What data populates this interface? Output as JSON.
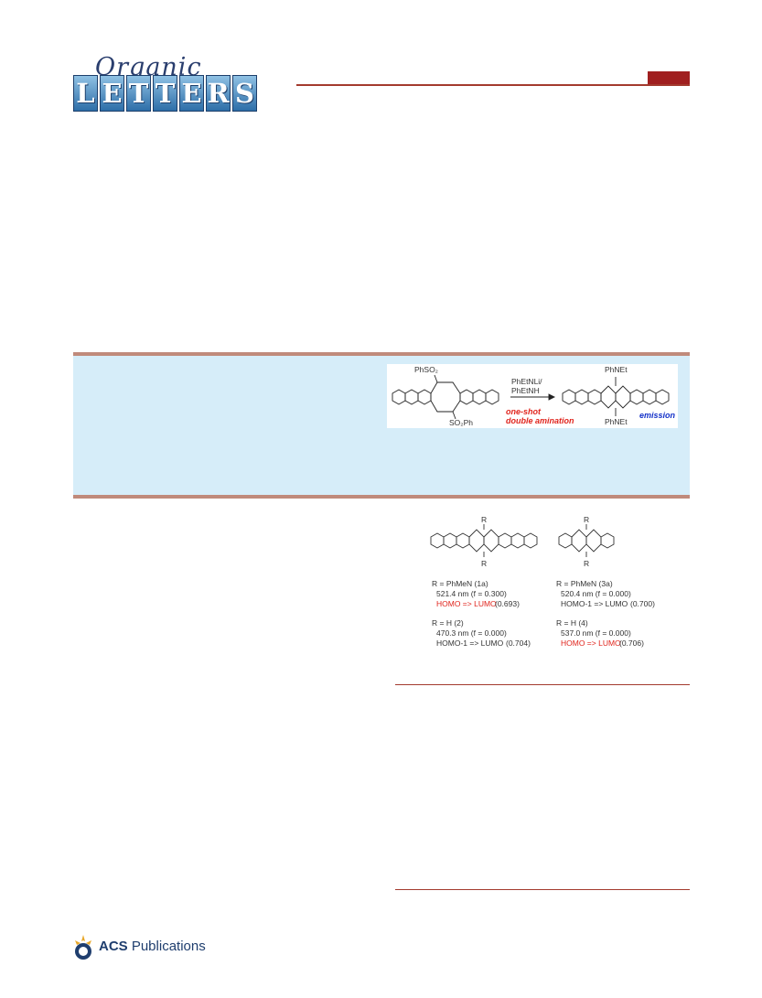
{
  "journal": {
    "script_word": "Organic",
    "tile_letters": [
      "L",
      "E",
      "T",
      "T",
      "E",
      "R",
      "S"
    ]
  },
  "toc_graphic": {
    "reactant_label_top": "PhSO₂",
    "reactant_label_bottom": "SO₂Ph",
    "reagent_line1": "PhEtNLi/",
    "reagent_line2": "PhEtNH",
    "note_line1": "one-shot",
    "note_line2": "double amination",
    "product_label_top": "PhNEt",
    "product_label_bottom": "PhNEt",
    "emission_label": "emission"
  },
  "figure": {
    "left_r_top": "R",
    "left_r_bottom": "R",
    "right_r_top": "R",
    "right_r_bottom": "R",
    "blocks": [
      {
        "line1": "R = PhMeN (1a)",
        "line2": "521.4 nm (f = 0.300)",
        "transition": "HOMO => LUMO",
        "weight": "(0.693)",
        "transition_red": true
      },
      {
        "line1": "R = PhMeN (3a)",
        "line2": "520.4 nm (f = 0.000)",
        "transition": "HOMO-1 => LUMO",
        "weight": "(0.700)",
        "transition_red": false
      },
      {
        "line1": "R = H (2)",
        "line2": "470.3 nm (f = 0.000)",
        "transition": "HOMO-1 => LUMO",
        "weight": "(0.704)",
        "transition_red": false
      },
      {
        "line1": "R = H (4)",
        "line2": "537.0 nm (f = 0.000)",
        "transition": "HOMO => LUMO",
        "weight": "(0.706)",
        "transition_red": true
      }
    ]
  },
  "footer": {
    "brand_bold": "ACS",
    "brand_rest": " Publications"
  },
  "colors": {
    "accent_red": "#a33a2e",
    "abstract_bg": "#d6edf9",
    "abstract_border": "#c08a7b",
    "highlight_red": "#e0241c",
    "highlight_blue": "#1230c8"
  }
}
